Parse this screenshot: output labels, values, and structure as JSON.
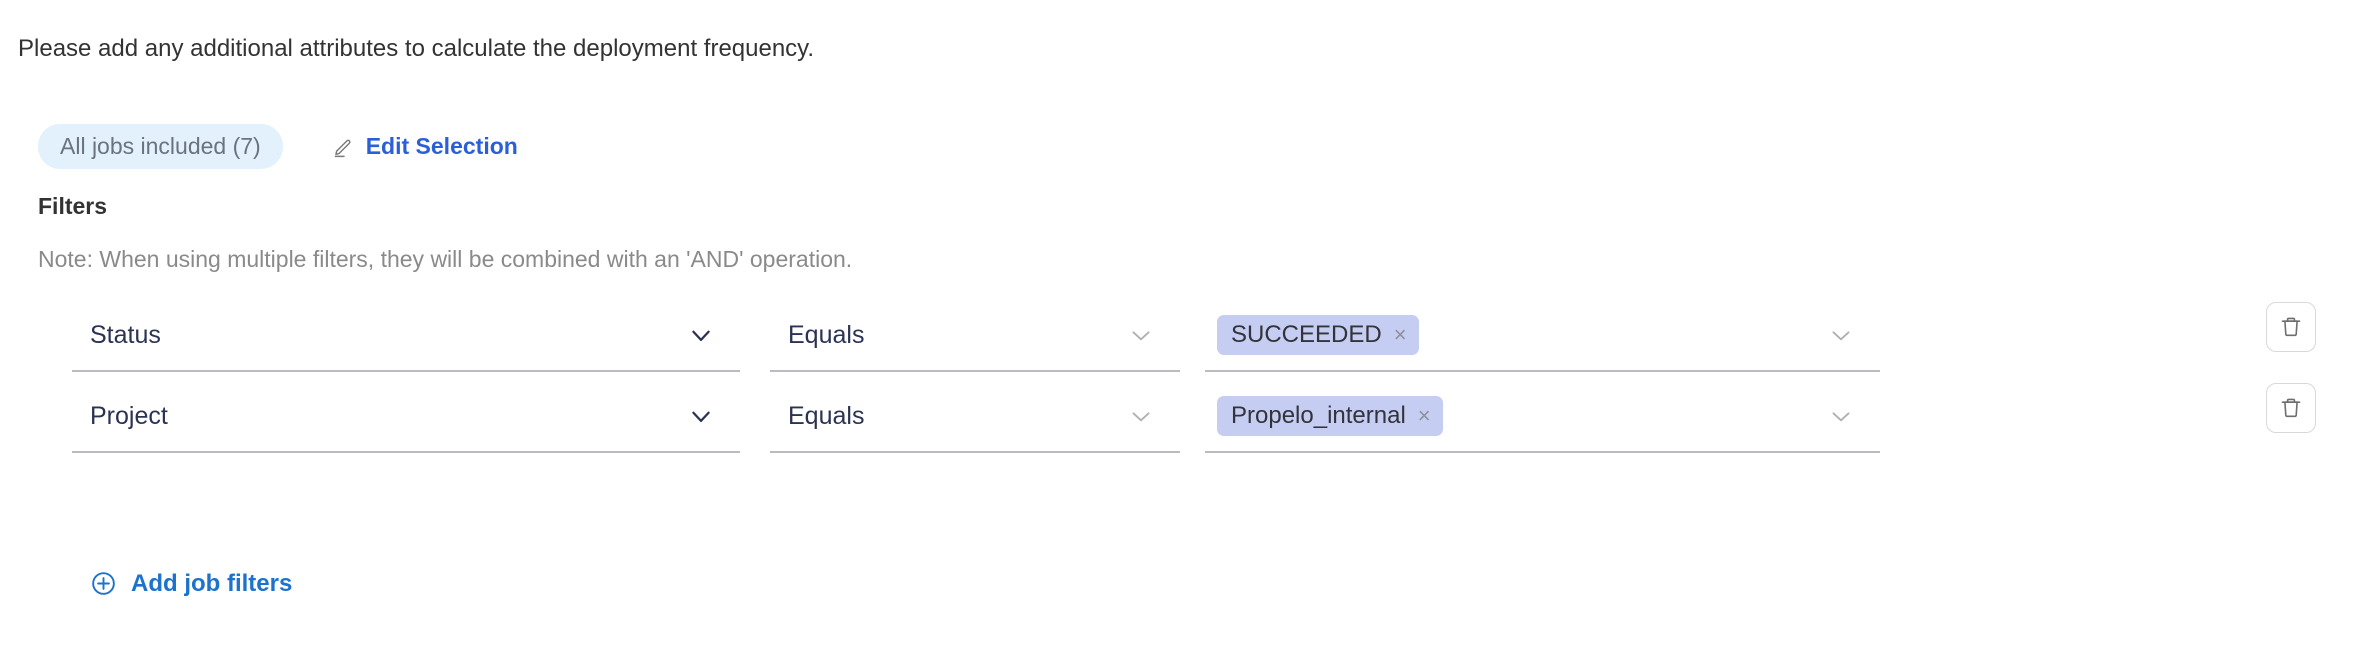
{
  "intro": {
    "text": "Please add any additional attributes to calculate the deployment frequency."
  },
  "selection": {
    "jobs_pill_label": "All jobs included (7)",
    "edit_label": "Edit Selection",
    "edit_icon": "pencil-icon",
    "pill_bg": "#e2f1fc",
    "pill_text_color": "#6b7280",
    "link_color": "#2b5fd9"
  },
  "filters": {
    "heading": "Filters",
    "note": "Note: When using multiple filters, they will be combined with an 'AND' operation.",
    "columns": [
      "attribute",
      "operator",
      "value"
    ],
    "chip_bg": "#c5cdf2",
    "chip_remove_glyph": "×",
    "delete_icon": "trash-icon",
    "rows": [
      {
        "attribute": "Status",
        "operator": "Equals",
        "values": [
          "SUCCEEDED"
        ],
        "remove_label": "×"
      },
      {
        "attribute": "Project",
        "operator": "Equals",
        "values": [
          "Propelo_internal"
        ],
        "remove_label": "×"
      }
    ]
  },
  "add_filters": {
    "label": "Add job filters",
    "icon": "plus-circle-icon",
    "color": "#1c72cc"
  }
}
